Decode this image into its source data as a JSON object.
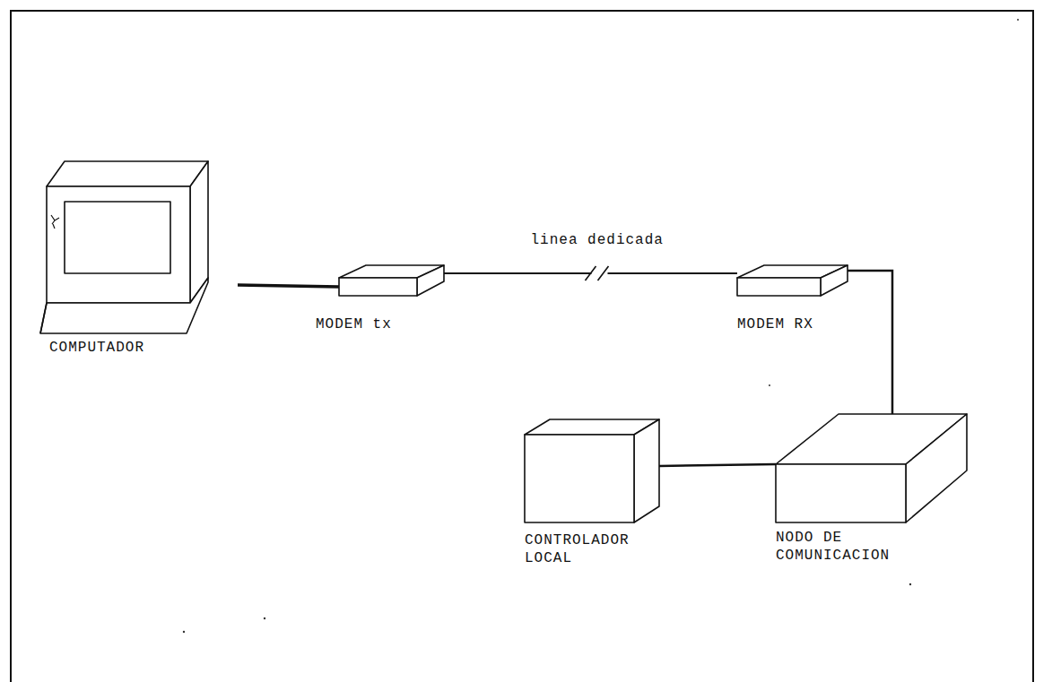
{
  "diagram": {
    "nodes": [
      {
        "text": [
          "COMPUTADOR"
        ]
      },
      {
        "text": [
          "MODEM tx"
        ]
      },
      {
        "text": [
          "MODEM RX"
        ]
      },
      {
        "text": [
          "CONTROLADOR LOCAL"
        ]
      },
      {
        "text": [
          "NODO DE COMUNICACION"
        ]
      }
    ],
    "edges": [
      {
        "from": 0,
        "to": 1,
        "arrow": "none"
      },
      {
        "from": 1,
        "to": 2,
        "arrow": "none",
        "label": "linea dedicada"
      },
      {
        "from": 2,
        "to": 4,
        "arrow": "none"
      },
      {
        "from": 4,
        "to": 3,
        "arrow": "none"
      }
    ]
  }
}
